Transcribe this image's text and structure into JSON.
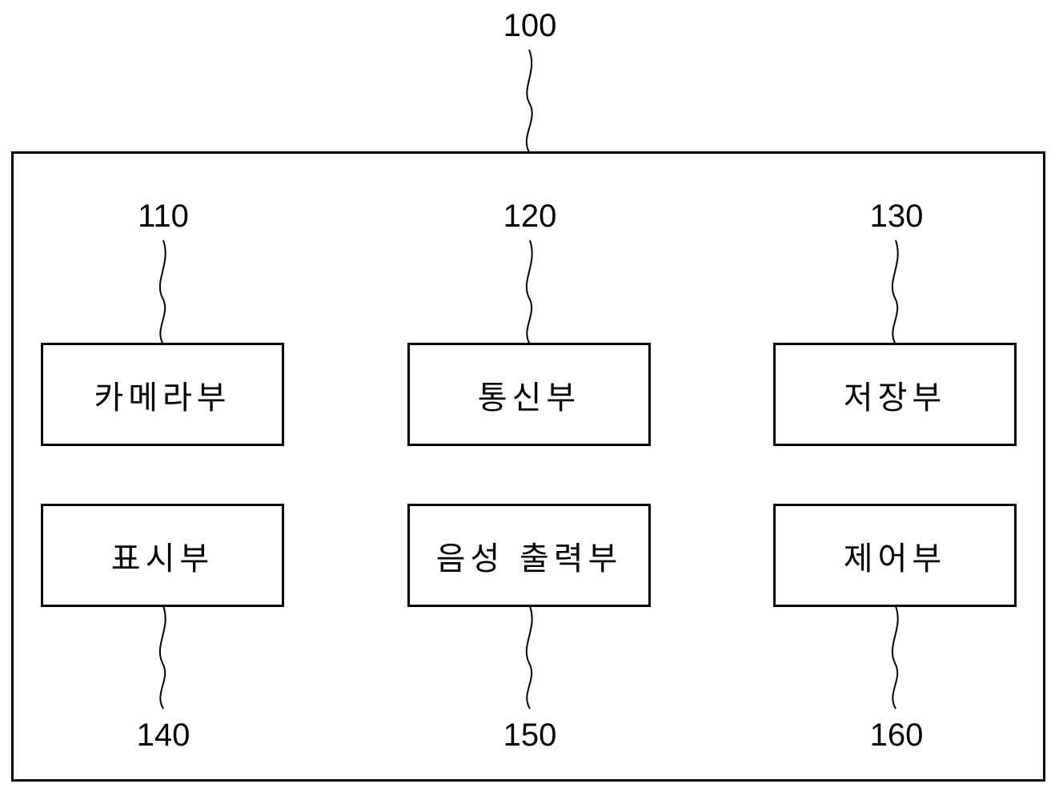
{
  "device": {
    "ref": "100"
  },
  "blocks": [
    {
      "ref": "110",
      "label": "카메라부"
    },
    {
      "ref": "120",
      "label": "통신부"
    },
    {
      "ref": "130",
      "label": "저장부"
    },
    {
      "ref": "140",
      "label": "표시부"
    },
    {
      "ref": "150",
      "label": "음성 출력부"
    },
    {
      "ref": "160",
      "label": "제어부"
    }
  ]
}
